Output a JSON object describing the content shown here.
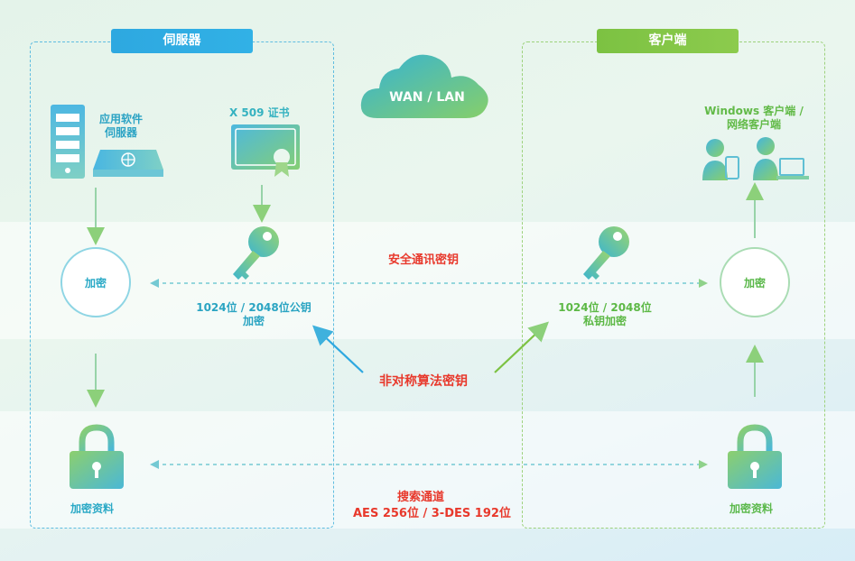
{
  "server": {
    "title": "伺服器",
    "app_server_label": "应用软件\n伺服器",
    "cert_label": "X 509 证书",
    "encrypt_label": "加密",
    "pubkey_label": "1024位 / 2048位公钥\n加密",
    "data_label": "加密资料"
  },
  "client": {
    "title": "客户端",
    "client_label": "Windows 客户端 /\n网络客户端",
    "encrypt_label": "加密",
    "privkey_label": "1024位 / 2048位\n私钥加密",
    "data_label": "加密资料"
  },
  "network": {
    "cloud_label": "WAN / LAN"
  },
  "center": {
    "secure_key_label": "安全通讯密钥",
    "asym_key_label": "非对称算法密钥",
    "tunnel_label": "搜索通道",
    "cipher_label": "AES 256位 / 3-DES 192位"
  },
  "colors": {
    "server_accent": "#2ea8e0",
    "client_accent": "#7cc242",
    "highlight": "#e8392c"
  }
}
